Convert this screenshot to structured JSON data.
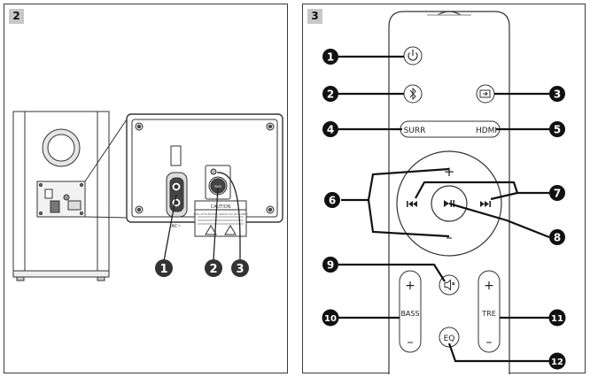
{
  "panels": [
    {
      "number": "2",
      "rear_panel": {
        "power_label": "AC~",
        "pair_button_label": "PAIR",
        "caution_title": "CAUTION",
        "caution_text": "RISK OF ELECTRIC SHOCK DO NOT OPEN"
      },
      "callouts": [
        "1",
        "2",
        "3"
      ]
    },
    {
      "number": "3",
      "remote": {
        "surr_label": "SURR",
        "hdmi_label": "HDMI",
        "bass_label": "BASS",
        "tre_label": "TRE",
        "eq_label": "EQ",
        "plus_sign": "+",
        "minus_sign": "–"
      },
      "callouts": [
        "1",
        "2",
        "3",
        "4",
        "5",
        "6",
        "7",
        "8",
        "9",
        "10",
        "11",
        "12"
      ]
    }
  ],
  "icons": {
    "power": "power-icon",
    "bluetooth": "bluetooth-icon",
    "source": "source-input-icon",
    "previous": "previous-track-icon",
    "play_pause": "play-pause-icon",
    "next": "next-track-icon",
    "mute": "speaker-mute-icon"
  }
}
